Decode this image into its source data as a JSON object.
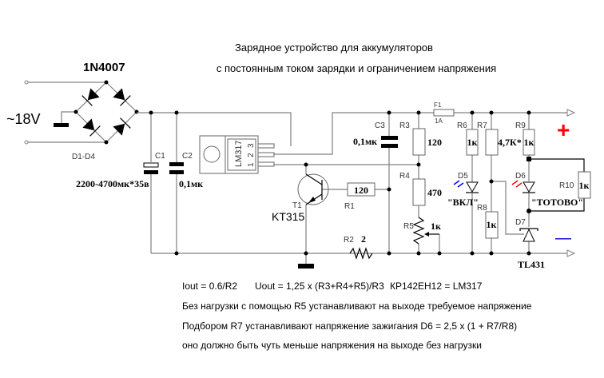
{
  "title": {
    "line1": "Зарядное устройство для аккумуляторов",
    "line2": "с постоянным током зарядки и ограничением напряжения"
  },
  "input": {
    "voltage": "~18V",
    "bridge_part": "1N4007",
    "bridge_label": "D1-D4"
  },
  "components": {
    "c1": {
      "ref": "C1",
      "value": "2200-4700мк*35в"
    },
    "c2": {
      "ref": "C2",
      "value": "0,1мк"
    },
    "c3": {
      "ref": "C3",
      "value": "0,1мк"
    },
    "regulator": {
      "part": "LM317",
      "pins": [
        "1",
        "2",
        "3"
      ]
    },
    "t1": {
      "ref": "T1",
      "part": "KT315"
    },
    "r1": {
      "ref": "R1",
      "value": "120"
    },
    "r2": {
      "ref": "R2",
      "value": "2"
    },
    "r3": {
      "ref": "R3",
      "value": "120"
    },
    "r4": {
      "ref": "R4",
      "value": "470"
    },
    "r5": {
      "ref": "R5",
      "value": "1к"
    },
    "f1": {
      "ref": "F1",
      "value": "1A"
    },
    "r6": {
      "ref": "R6",
      "value": "1к"
    },
    "r7": {
      "ref": "R7",
      "value": "4,7К*"
    },
    "r8": {
      "ref": "R8",
      "value": "1к"
    },
    "r9": {
      "ref": "R9",
      "value": "1к"
    },
    "r10": {
      "ref": "R10",
      "value": "1к"
    },
    "d5": {
      "ref": "D5",
      "label": "\"ВКЛ\""
    },
    "d6": {
      "ref": "D6",
      "label": "\"ТОТОВО\""
    },
    "d7": {
      "ref": "D7",
      "part": "TL431"
    }
  },
  "output": {
    "plus": "+",
    "minus": "—"
  },
  "notes": {
    "iout": "Iout = 0.6/R2",
    "uout": "Uout = 1,25 x (R3+R4+R5)/R3",
    "equiv": "КР142ЕН12 = LM317",
    "line2": "Без нагрузки с помощью R5 устанавливают на выходе требуемое напряжение",
    "line3": "Подбором R7 устанавливают напряжение зажигания D6 = 2,5 x (1 + R7/R8)",
    "line4": "оно должно быть чуть меньше напряжения на выходе без нагрузки"
  },
  "colors": {
    "plus": "#ff0000",
    "minus": "#0000cc",
    "led_d5": "#0000ff",
    "led_d6": "#ff0000"
  }
}
